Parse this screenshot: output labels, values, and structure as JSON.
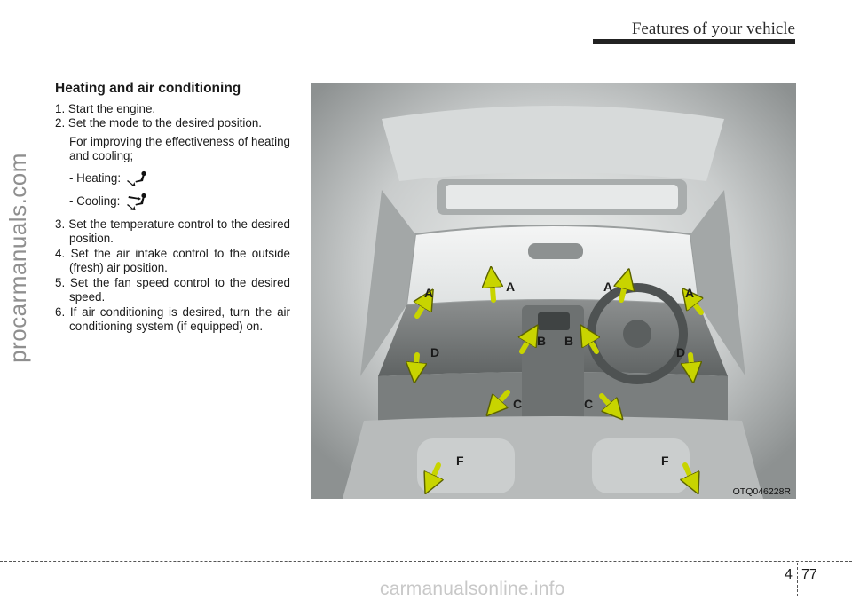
{
  "watermark_side": "procarmanuals.com",
  "watermark_bottom": "carmanualsonline.info",
  "header": {
    "title": "Features of your vehicle"
  },
  "section": {
    "title": "Heating and air conditioning",
    "steps": [
      "1. Start the engine.",
      "2. Set the mode to the desired position.",
      "3. Set the temperature control to the desired position.",
      "4. Set the air intake control to the outside (fresh) air position.",
      "5. Set the fan speed control to the desired speed.",
      "6. If air conditioning is desired, turn the air conditioning system (if equipped) on."
    ],
    "note": "For improving the effectiveness of heating and cooling;",
    "heating_label": "- Heating:",
    "cooling_label": "- Cooling:",
    "heating_icon": "floor-mode-icon",
    "cooling_icon": "bi-level-mode-icon"
  },
  "figure": {
    "code": "OTQ046228R",
    "vent_labels": [
      "A",
      "A",
      "A",
      "A",
      "B",
      "B",
      "C",
      "C",
      "D",
      "D",
      "F",
      "F"
    ],
    "arrow_color": "#c8d400"
  },
  "footer": {
    "chapter": "4",
    "page": "77"
  }
}
